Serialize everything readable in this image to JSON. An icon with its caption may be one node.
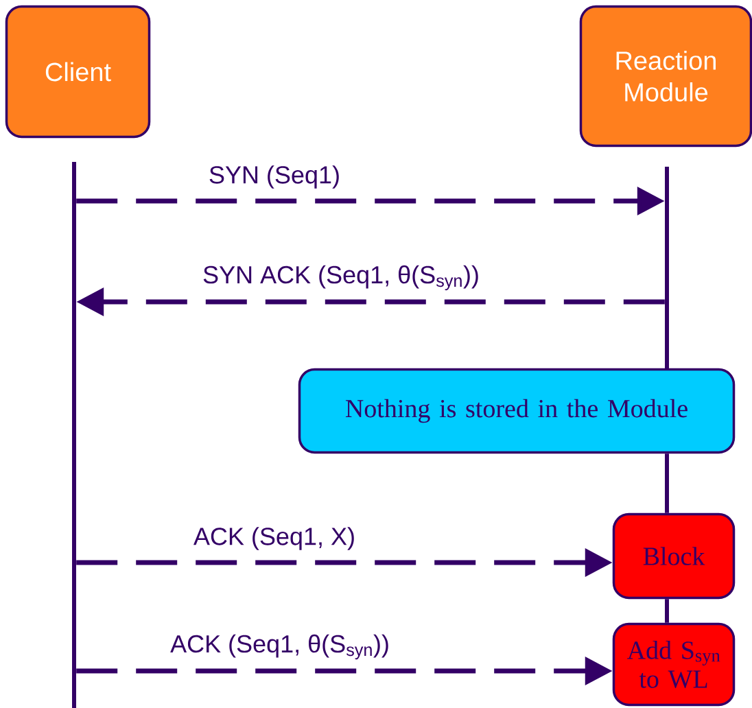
{
  "diagram": {
    "nodes": [
      {
        "text": [
          "Client"
        ]
      },
      {
        "text": [
          "Reaction Module"
        ]
      },
      {
        "text": [
          "Nothing is stored in the Module"
        ]
      },
      {
        "text": [
          "Block"
        ]
      },
      {
        "text": [
          "Add S$_{syn}$ to WL"
        ]
      },
      {
        "text": [],
        "shape": "bar"
      },
      {
        "text": [],
        "shape": "bar"
      }
    ],
    "edges": [
      {
        "from": 5,
        "to": 6,
        "arrow": "to",
        "style": "dashed",
        "label": "SYN (Seq1)"
      },
      {
        "from": 6,
        "to": 5,
        "arrow": "to",
        "style": "dashed",
        "label": "SYN ACK (Seq1, θ(S$_{syn}$))"
      },
      {
        "from": 5,
        "to": 3,
        "arrow": "to",
        "style": "dashed",
        "label": "ACK (Seq1, X)"
      },
      {
        "from": 5,
        "to": 4,
        "arrow": "to",
        "style": "dashed",
        "label": "ACK (Seq1, θ(S$_{syn}$))"
      },
      {
        "from": 2,
        "to": 3,
        "arrow": "none"
      },
      {
        "from": 3,
        "to": 4,
        "arrow": "none"
      }
    ]
  }
}
